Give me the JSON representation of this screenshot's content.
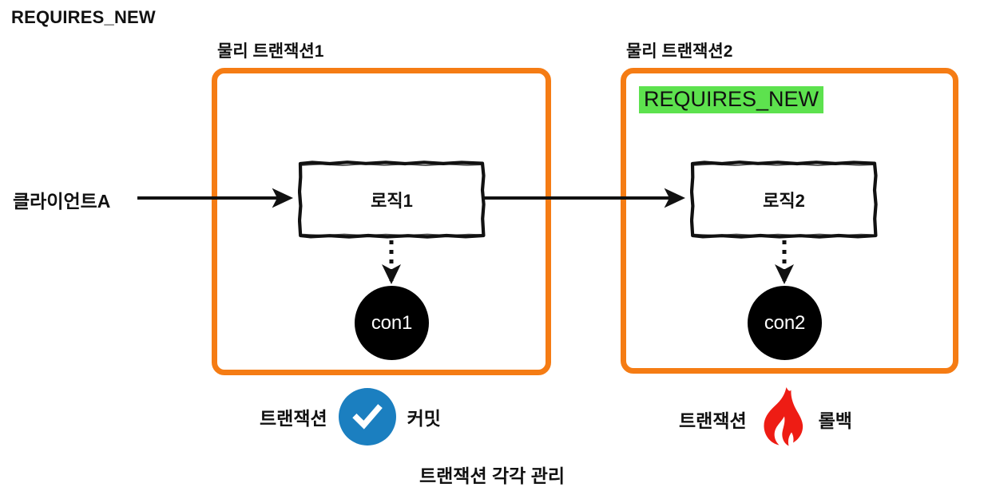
{
  "page": {
    "title": "REQUIRES_NEW",
    "bottom_caption": "트랜잭션 각각 관리",
    "background_color": "#FFFFFF"
  },
  "colors": {
    "transaction_border": "#F57C14",
    "highlight_green": "#5DE24E",
    "commit_blue": "#1B7FC0",
    "rollback_red": "#EE1C14",
    "connection_circle": "#000000",
    "text": "#111111"
  },
  "client": {
    "label": "클라이언트A"
  },
  "transactions": [
    {
      "caption": "물리 트랜잭션1",
      "tag": null,
      "logic": {
        "label": "로직1"
      },
      "connection": {
        "label": "con1"
      },
      "result": {
        "prefix": "트랜잭션",
        "suffix": "커밋",
        "icon": "check-circle-icon",
        "icon_color": "#1B7FC0"
      }
    },
    {
      "caption": "물리 트랜잭션2",
      "tag": "REQUIRES_NEW",
      "logic": {
        "label": "로직2"
      },
      "connection": {
        "label": "con2"
      },
      "result": {
        "prefix": "트랜잭션",
        "suffix": "롤백",
        "icon": "fire-icon",
        "icon_color": "#EE1C14"
      }
    }
  ]
}
